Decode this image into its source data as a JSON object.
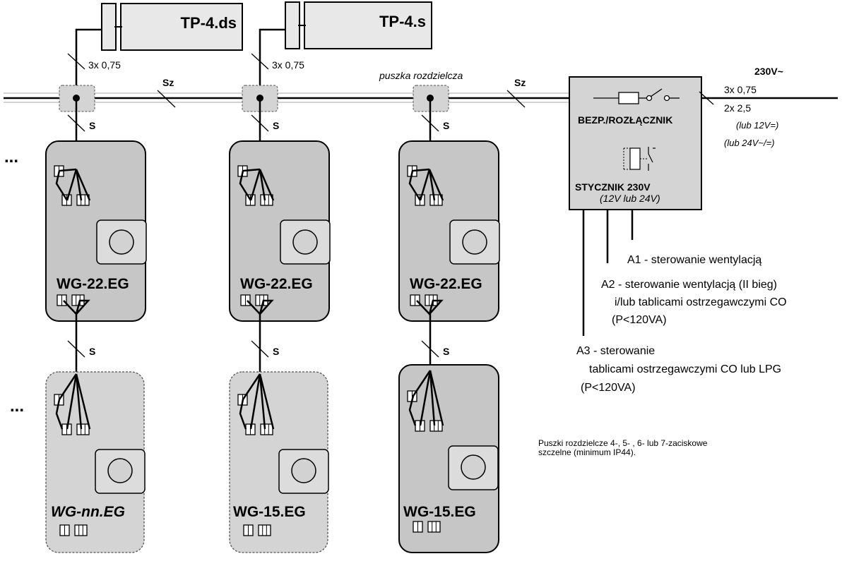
{
  "sensors_top": {
    "label_tp4ds": "TP-4.ds",
    "label_tp4s": "TP-4.s"
  },
  "cables": {
    "sensor_cable_1": "3x 0,75",
    "sensor_cable_2": "3x 0,75",
    "bus_label_1": "Sz",
    "bus_label_2": "Sz",
    "junction_box": "puszka rozdzielcza",
    "sig_1": "S",
    "sig_2": "S",
    "sig_3": "S",
    "sig_4": "S",
    "sig_5": "S",
    "sig_6": "S"
  },
  "ellipsis": {
    "row1": "...",
    "row2": "..."
  },
  "detectors": {
    "r1c1": "WG-22.EG",
    "r1c2": "WG-22.EG",
    "r1c3": "WG-22.EG",
    "r2c1": "WG-nn.EG",
    "r2c2": "WG-15.EG",
    "r2c3": "WG-15.EG"
  },
  "power": {
    "voltage": "230V~",
    "cable_a": "3x 0,75",
    "cable_b": "2x 2,5",
    "alt_12v": "(lub 12V=)",
    "alt_24v": "(lub 24V~/=)"
  },
  "control_box": {
    "breaker": "BEZP./ROZŁĄCZNIK",
    "contactor": "STYCZNIK 230V",
    "contactor_alt": "(12V lub 24V)"
  },
  "outputs": {
    "a1": "A1 - sterowanie wentylacją",
    "a2_line1": "A2 - sterowanie wentylacją (II bieg)",
    "a2_line2": "i/lub tablicami ostrzegawczymi CO",
    "a2_line3": "(P<120VA)",
    "a3_line1": "A3 - sterowanie",
    "a3_line2": "tablicami ostrzegawczymi CO lub LPG",
    "a3_line3": "(P<120VA)"
  },
  "note": {
    "line1": "Puszki rozdzielcze 4-, 5- , 6- lub  7-zaciskowe",
    "line2": "szczelne (minimum IP44)."
  }
}
